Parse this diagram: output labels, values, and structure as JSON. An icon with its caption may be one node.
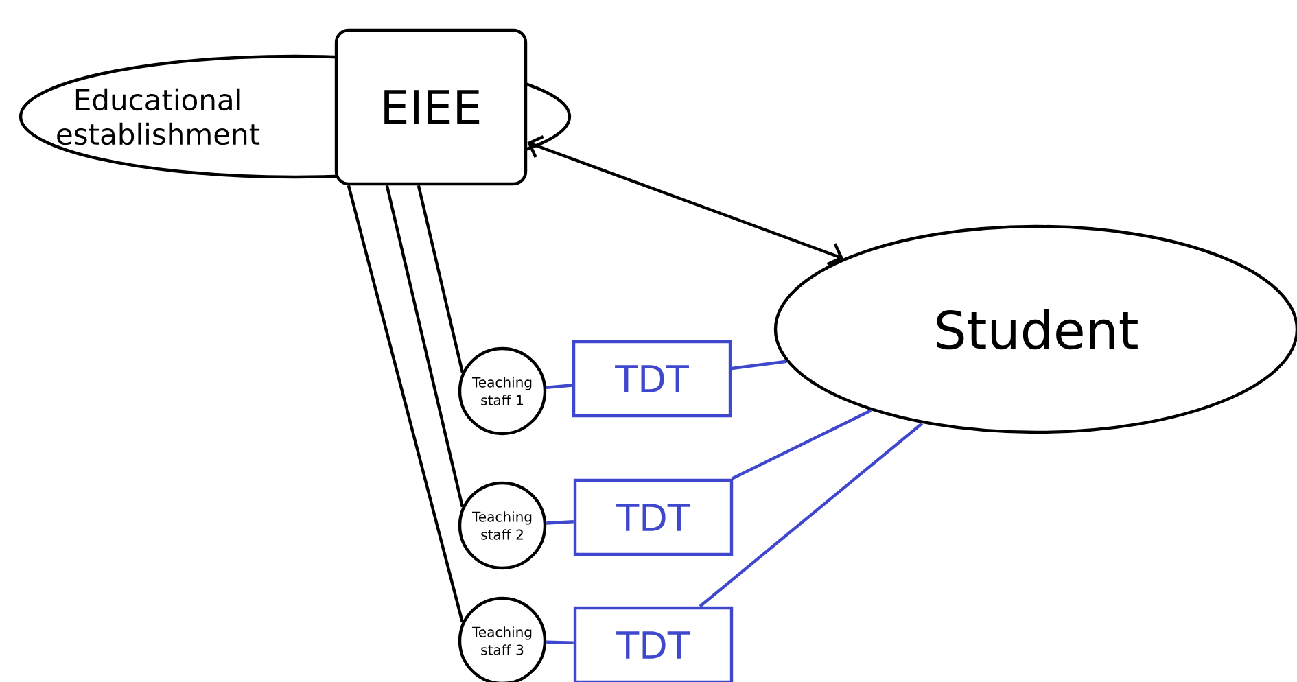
{
  "diagram": {
    "nodes": [
      {
        "text": [
          "Educational establishment"
        ]
      },
      {
        "text": [
          "EIEE"
        ]
      },
      {
        "text": [
          "Student"
        ]
      },
      {
        "text": [
          "Teaching staff 1"
        ]
      },
      {
        "text": [
          "TDT"
        ]
      },
      {
        "text": [
          "Teaching staff 2"
        ]
      },
      {
        "text": [
          "TDT"
        ]
      },
      {
        "text": [
          "Teaching staff 3"
        ]
      },
      {
        "text": [
          "TDT"
        ]
      }
    ],
    "edges": [
      {
        "from": 1,
        "to": 2,
        "arrow": "both",
        "color": "#000000"
      },
      {
        "from": 1,
        "to": 3,
        "arrow": "none",
        "color": "#000000"
      },
      {
        "from": 1,
        "to": 5,
        "arrow": "none",
        "color": "#000000"
      },
      {
        "from": 1,
        "to": 7,
        "arrow": "none",
        "color": "#000000"
      },
      {
        "from": 3,
        "to": 4,
        "arrow": "none",
        "color": "#3f48cc"
      },
      {
        "from": 5,
        "to": 6,
        "arrow": "none",
        "color": "#3f48cc"
      },
      {
        "from": 7,
        "to": 8,
        "arrow": "none",
        "color": "#3f48cc"
      },
      {
        "from": 4,
        "to": 2,
        "arrow": "none",
        "color": "#3f48cc"
      },
      {
        "from": 6,
        "to": 2,
        "arrow": "none",
        "color": "#3f48cc"
      },
      {
        "from": 8,
        "to": 2,
        "arrow": "none",
        "color": "#3f48cc"
      }
    ]
  }
}
